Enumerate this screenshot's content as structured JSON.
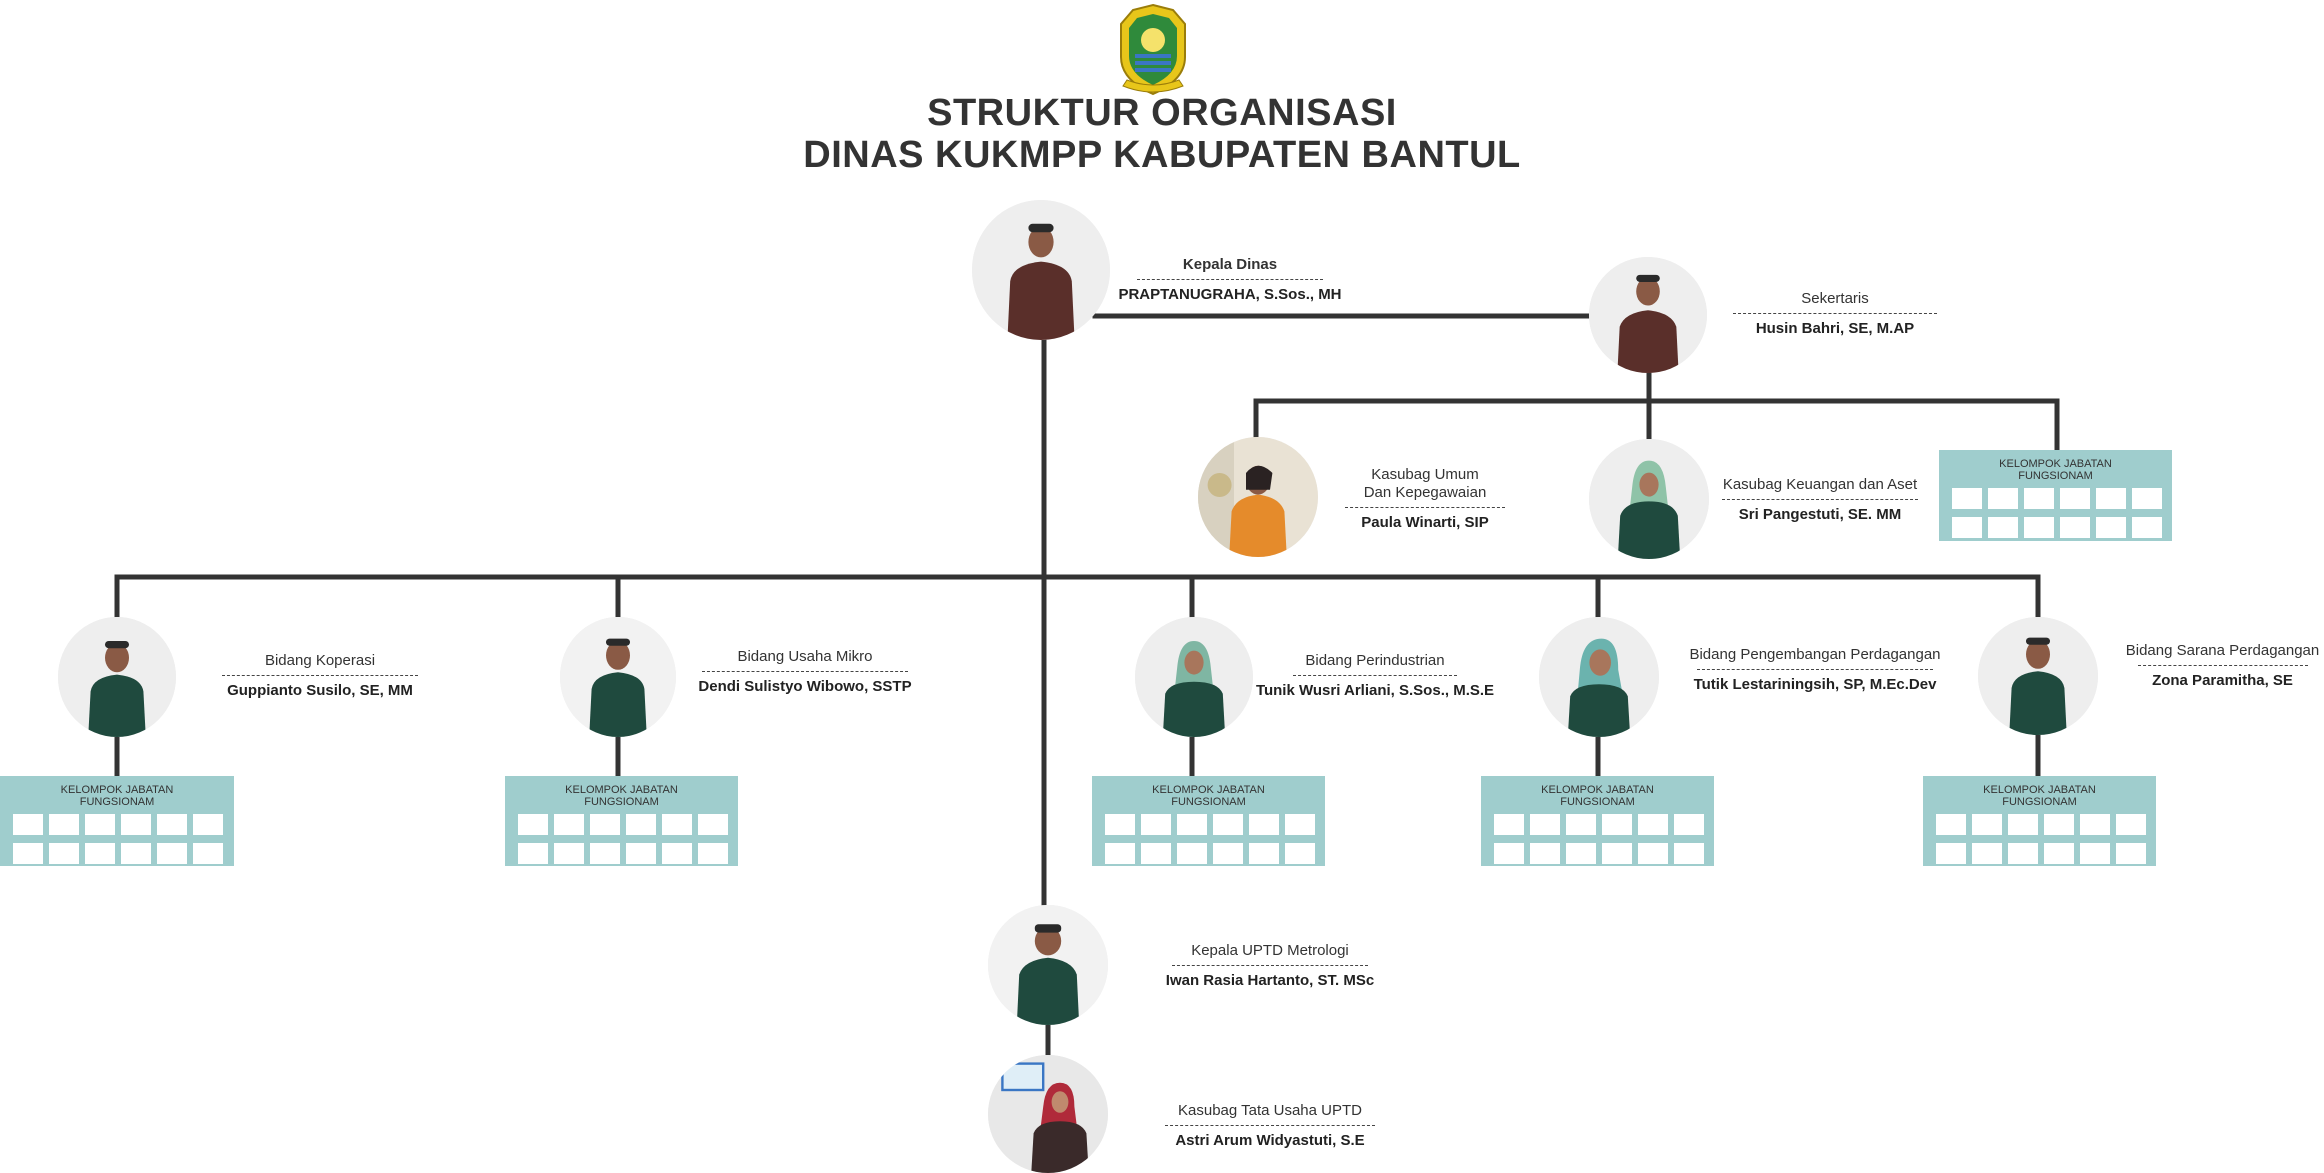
{
  "header": {
    "title_line1": "STRUKTUR ORGANISASI",
    "title_line2": "DINAS KUKMPP KABUPATEN BANTUL"
  },
  "colors": {
    "line": "#333333",
    "group_fill": "#9fcdcd",
    "emblem_gold": "#e8c61a",
    "emblem_green": "#2f8a3b",
    "batik_green": "#1f4a3e",
    "batik_maroon": "#5a2f2a"
  },
  "positions": {
    "kepala_dinas": {
      "role": "Kepala Dinas",
      "name": "PRAPTANUGRAHA, S.Sos., MH"
    },
    "sekertaris": {
      "role": "Sekertaris",
      "name": "Husin Bahri, SE, M.AP"
    },
    "kasubag_umum": {
      "role_line1": "Kasubag Umum",
      "role_line2": "Dan Kepegawaian",
      "name": "Paula Winarti, SIP"
    },
    "kasubag_keuangan": {
      "role": "Kasubag Keuangan dan Aset",
      "name": "Sri Pangestuti, SE. MM"
    },
    "bidang_koperasi": {
      "role": "Bidang Koperasi",
      "name": "Guppianto Susilo, SE, MM"
    },
    "bidang_usaha_mikro": {
      "role": "Bidang Usaha Mikro",
      "name": "Dendi Sulistyo Wibowo, SSTP"
    },
    "bidang_perindustrian": {
      "role": "Bidang Perindustrian",
      "name": "Tunik Wusri Arliani, S.Sos., M.S.E"
    },
    "bidang_pengembangan": {
      "role": "Bidang Pengembangan Perdagangan",
      "name": "Tutik Lestariningsih, SP, M.Ec.Dev"
    },
    "bidang_sarana": {
      "role": "Bidang Sarana Perdagangan",
      "name": "Zona Paramitha, SE"
    },
    "kepala_uptd": {
      "role": "Kepala UPTD Metrologi",
      "name": "Iwan Rasia Hartanto, ST. MSc"
    },
    "kasubag_tu_uptd": {
      "role": "Kasubag Tata Usaha UPTD",
      "name": "Astri Arum Widyastuti, S.E"
    }
  },
  "groups": {
    "label_line1": "KELOMPOK JABATAN",
    "label_line2": "FUNGSIONAM"
  }
}
